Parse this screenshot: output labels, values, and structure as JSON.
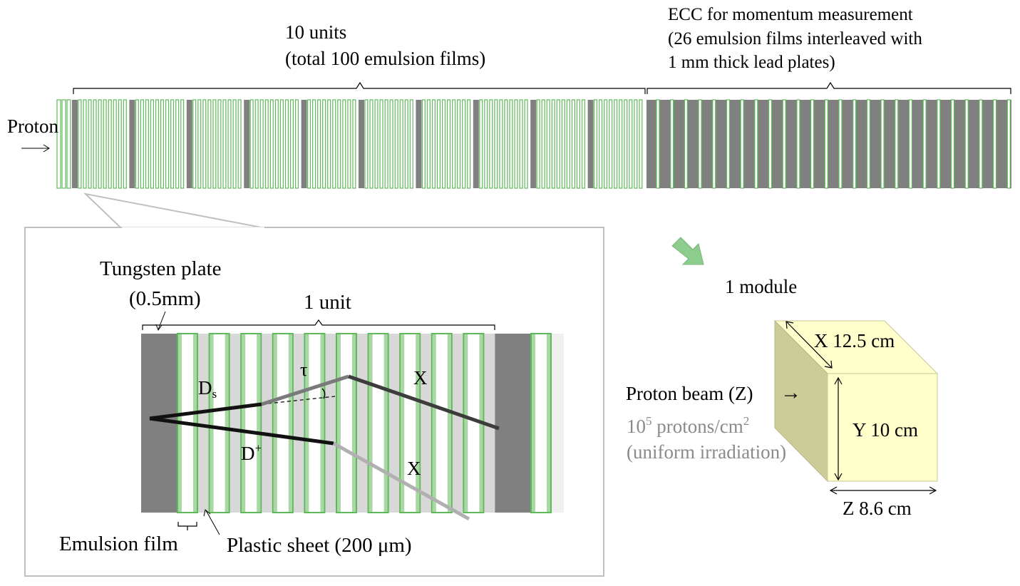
{
  "labels": {
    "units_line1": "10 units",
    "units_line2": "(total 100 emulsion films)",
    "ecc_line1": "ECC for momentum measurement",
    "ecc_line2": "(26 emulsion films interleaved with",
    "ecc_line3": "1 mm thick lead plates)",
    "proton": "Proton",
    "tungsten_line1": "Tungsten plate",
    "tungsten_line2": "(0.5mm)",
    "one_unit": "1 unit",
    "tau": "τ",
    "ds_main": "D",
    "ds_sub": "s",
    "dplus_main": "D",
    "dplus_sup": "+",
    "x_upper": "X",
    "x_lower": "X",
    "emulsion_film": "Emulsion film",
    "plastic_sheet": "Plastic sheet (200 μm)",
    "one_module": "1 module",
    "beam": "Proton beam (Z)",
    "beam_arrow": "→",
    "flux_base": "10",
    "flux_exp": "5",
    "flux_rest": " protons/cm",
    "flux_exp2": "2",
    "irradiation": "(uniform irradiation)",
    "dim_x": "X 12.5 cm",
    "dim_y": "Y 10 cm",
    "dim_z": "Z 8.6 cm"
  },
  "colors": {
    "film_green": "#5fb85a",
    "film_fill": "#ffffff",
    "plate_gray": "#808080",
    "plastic_gray": "#d8d8d8",
    "light_bg": "#f0f0f0",
    "box_border": "#bfbfbf",
    "track_black": "#111111",
    "track_dark": "#3c3c3c",
    "track_mid": "#7a7a7a",
    "track_light": "#b0b0b0",
    "module_front": "#ffffcc",
    "module_side": "#cccc99",
    "module_top": "#ffffcc",
    "flux_gray": "#8a8a8a",
    "arrow_green": "#8ccc8c"
  },
  "structure": {
    "units": 10,
    "films_per_unit": 10,
    "ecc_films": 26
  }
}
